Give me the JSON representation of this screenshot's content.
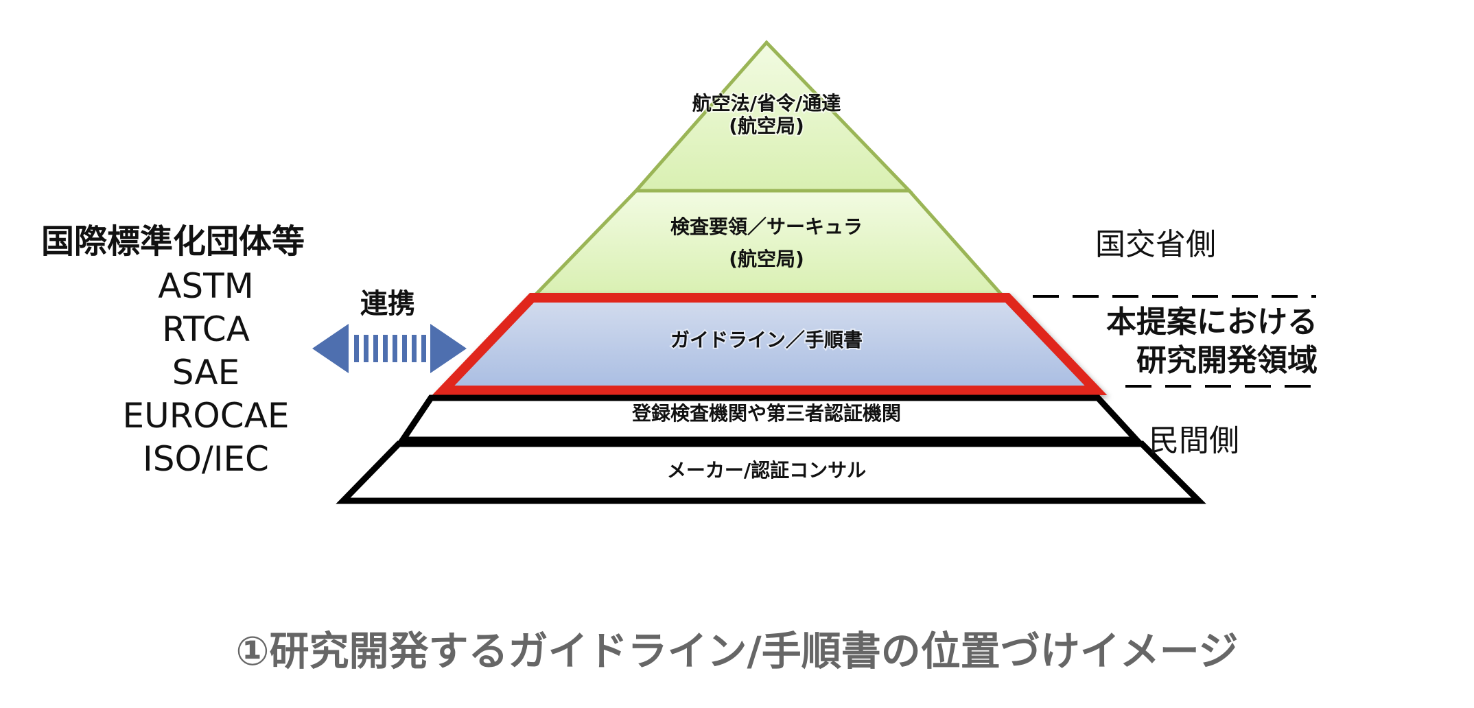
{
  "pyramid": {
    "tiers": [
      {
        "lines": [
          "航空法/省令/通達",
          "(航空局)"
        ]
      },
      {
        "lines": [
          "検査要領／サーキュラ",
          "(航空局)"
        ]
      },
      {
        "lines": [
          "ガイドライン／手順書"
        ]
      },
      {
        "lines": [
          "登録検査機関や第三者認証機関"
        ]
      },
      {
        "lines": [
          "メーカー/認証コンサル"
        ]
      }
    ],
    "colors": {
      "gov_fill": "#e4f5c6",
      "gov_stroke": "#9ab556",
      "focus_fill": "#bccbe6",
      "focus_stroke": "#e0281e",
      "private_stroke": "#000000"
    }
  },
  "standards_bodies": {
    "heading": "国際標準化団体等",
    "items": [
      "ASTM",
      "RTCA",
      "SAE",
      "EUROCAE",
      "ISO/IEC"
    ]
  },
  "link": {
    "label": "連携",
    "arrow_color": "#4e6faf"
  },
  "sides": {
    "government": "国交省側",
    "private": "民間側"
  },
  "proposal_area": {
    "line1": "本提案における",
    "line2": "研究開発領域"
  },
  "caption": "①研究開発するガイドライン/手順書の位置づけイメージ"
}
